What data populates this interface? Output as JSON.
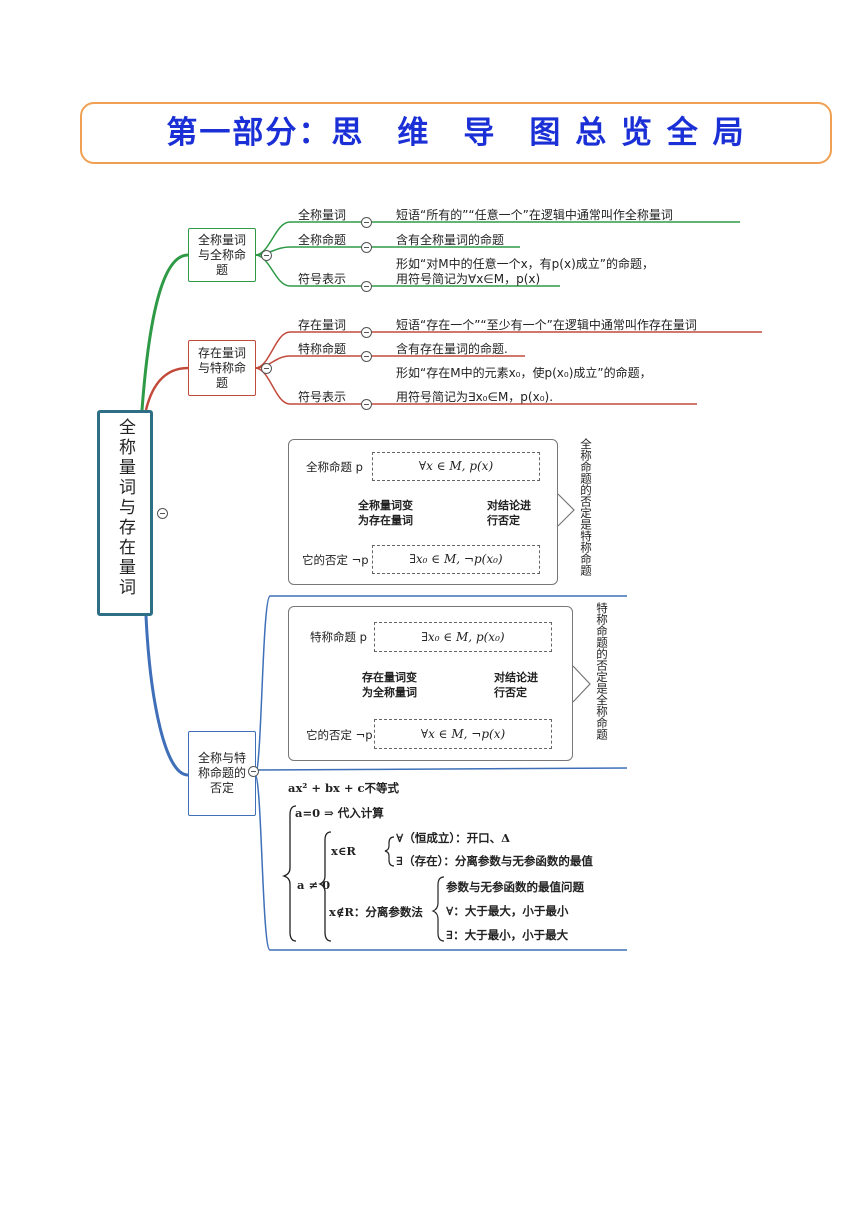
{
  "header": {
    "title": "第一部分：思　维　导　图 总 览 全 局"
  },
  "root": {
    "label": "全称量词与存在量词"
  },
  "branch1": {
    "label": "全称量词与全称命题",
    "items": [
      {
        "label": "全称量词",
        "desc": "短语“所有的”“任意一个”在逻辑中通常叫作全称量词"
      },
      {
        "label": "全称命题",
        "desc": "含有全称量词的命题"
      },
      {
        "label": "符号表示",
        "desc1": "形如“对M中的任意一个x，有p(x)成立”的命题，",
        "desc2": "用符号简记为∀x∈M，p(x)"
      }
    ]
  },
  "branch2": {
    "label": "存在量词与特称命题",
    "items": [
      {
        "label": "存在量词",
        "desc": "短语“存在一个”“至少有一个”在逻辑中通常叫作存在量词"
      },
      {
        "label": "特称命题",
        "desc": "含有存在量词的命题."
      },
      {
        "label": "符号表示",
        "desc1": "形如“存在M中的元素x₀，使p(x₀)成立”的命题，",
        "desc2": "用符号简记为∃x₀∈M，p(x₀)."
      }
    ]
  },
  "branch3": {
    "label": "全称与特称命题的否定",
    "panel1": {
      "top_label": "全称命题 p",
      "top_formula": "∀x ∈ M, p(x)",
      "left_note": [
        "全称量词变",
        "为存在量词"
      ],
      "right_note": [
        "对结论进",
        "行否定"
      ],
      "bottom_label": "它的否定 ¬p",
      "bottom_formula": "∃x₀ ∈ M, ¬p(x₀)",
      "side_text": "全称命题的否定是特称命题"
    },
    "panel2": {
      "top_label": "特称命题 p",
      "top_formula": "∃x₀ ∈ M, p(x₀)",
      "left_note": [
        "存在量词变",
        "为全称量词"
      ],
      "right_note": [
        "对结论进",
        "行否定"
      ],
      "bottom_label": "它的否定 ¬p",
      "bottom_formula": "∀x ∈ M, ¬p(x)",
      "side_text": "特称命题的否定是全称命题"
    },
    "inequality": {
      "title": "ax² + bx + c不等式",
      "case_a0": "a=0 ⇒ 代入计算",
      "case_an0": "a ≠ 0",
      "x_in_r": "x∈R",
      "forall_line": "∀（恒成立）：开口、Δ",
      "exists_line": "∃（存在）：分离参数与无参函数的最值",
      "x_notin_r": "x∉R：分离参数法",
      "sep1": "参数与无参函数的最值问题",
      "sep2": "∀：大于最大，小于最小",
      "sep3": "∃：大于最小，小于最大"
    }
  },
  "colors": {
    "green": "#2e9a46",
    "red": "#c24a3a",
    "blue": "#3e6fb8",
    "teal": "#2e6f86",
    "title": "#1a2fd6",
    "orange": "#f0a052"
  }
}
